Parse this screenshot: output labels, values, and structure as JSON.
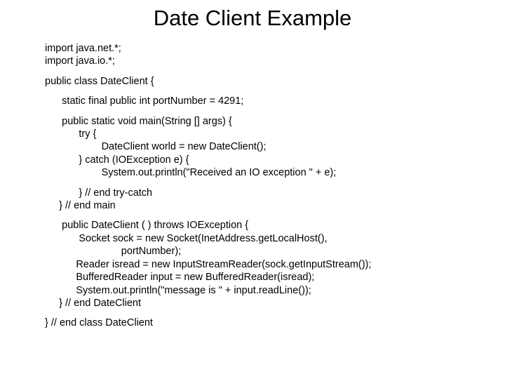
{
  "slide": {
    "title": "Date Client Example",
    "background_color": "#ffffff",
    "text_color": "#000000",
    "code_lines": [
      {
        "indent": 0,
        "text": "import java.net.*;"
      },
      {
        "indent": 0,
        "text": "import java.io.*;"
      },
      {
        "indent": 0,
        "text": ""
      },
      {
        "indent": 0,
        "text": "public class DateClient {"
      },
      {
        "indent": 0,
        "text": ""
      },
      {
        "indent": 6,
        "text": "static final public int portNumber = 4291;"
      },
      {
        "indent": 0,
        "text": ""
      },
      {
        "indent": 6,
        "text": "public static void main(String [] args) {"
      },
      {
        "indent": 12,
        "text": "try {"
      },
      {
        "indent": 20,
        "text": "DateClient world = new DateClient();"
      },
      {
        "indent": 12,
        "text": "} catch (IOException e) {"
      },
      {
        "indent": 20,
        "text": "System.out.println(\"Received an IO exception \" + e);"
      },
      {
        "indent": 0,
        "text": ""
      },
      {
        "indent": 12,
        "text": "} // end try-catch"
      },
      {
        "indent": 5,
        "text": "} // end main"
      },
      {
        "indent": 0,
        "text": ""
      },
      {
        "indent": 6,
        "text": "public DateClient ( ) throws IOException {"
      },
      {
        "indent": 12,
        "text": "Socket sock = new Socket(InetAddress.getLocalHost(),"
      },
      {
        "indent": 27,
        "text": "portNumber);"
      },
      {
        "indent": 11,
        "text": "Reader isread = new InputStreamReader(sock.getInputStream());"
      },
      {
        "indent": 11,
        "text": "BufferedReader input = new BufferedReader(isread);"
      },
      {
        "indent": 11,
        "text": "System.out.println(\"message is \" + input.readLine());"
      },
      {
        "indent": 5,
        "text": "} // end DateClient"
      },
      {
        "indent": 0,
        "text": ""
      },
      {
        "indent": 0,
        "text": "} // end class DateClient"
      }
    ]
  }
}
